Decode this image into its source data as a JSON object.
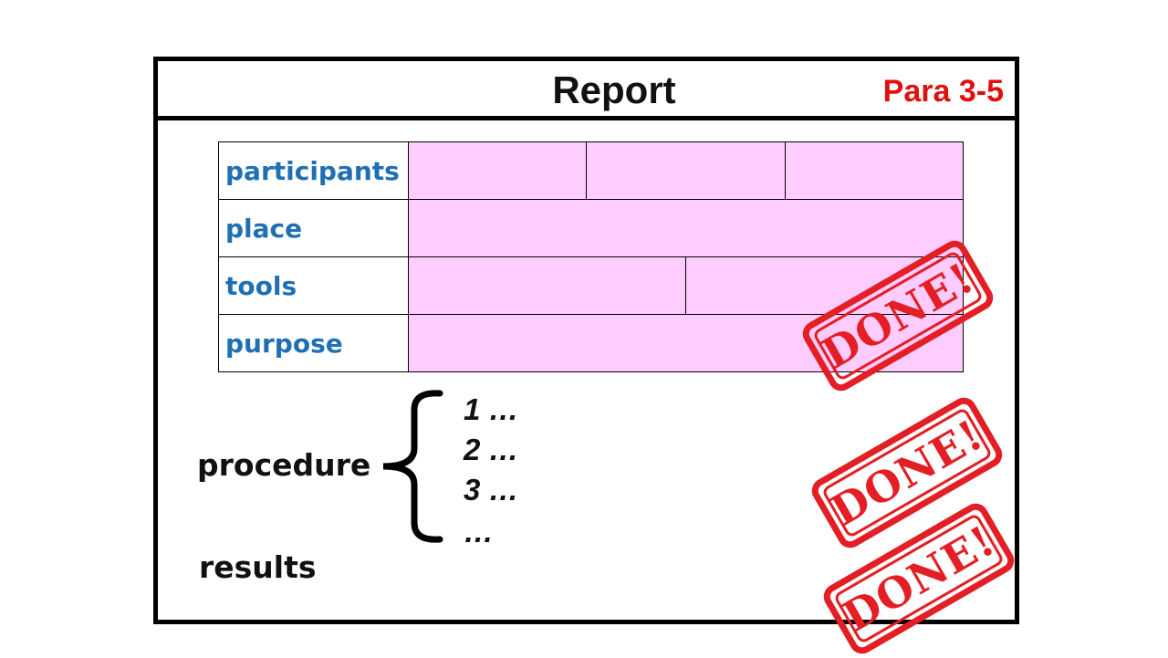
{
  "report": {
    "title": "Report",
    "para": "Para 3-5"
  },
  "table": {
    "label_color": "#1f6fb5",
    "fill_color": "#ffccff",
    "rows": [
      {
        "label": "participants",
        "cells": 3
      },
      {
        "label": "place",
        "cells": 1
      },
      {
        "label": "tools",
        "cells": 2
      },
      {
        "label": "purpose",
        "cells": 1
      }
    ]
  },
  "procedure": {
    "label": "procedure",
    "steps": [
      "1 …",
      "2 …",
      "3 …",
      "…"
    ]
  },
  "results": {
    "label": "results"
  },
  "stamps": [
    "DONE!",
    "DONE!",
    "DONE!"
  ],
  "colors": {
    "accent": "#e01010",
    "stamp": "#e31e24"
  }
}
